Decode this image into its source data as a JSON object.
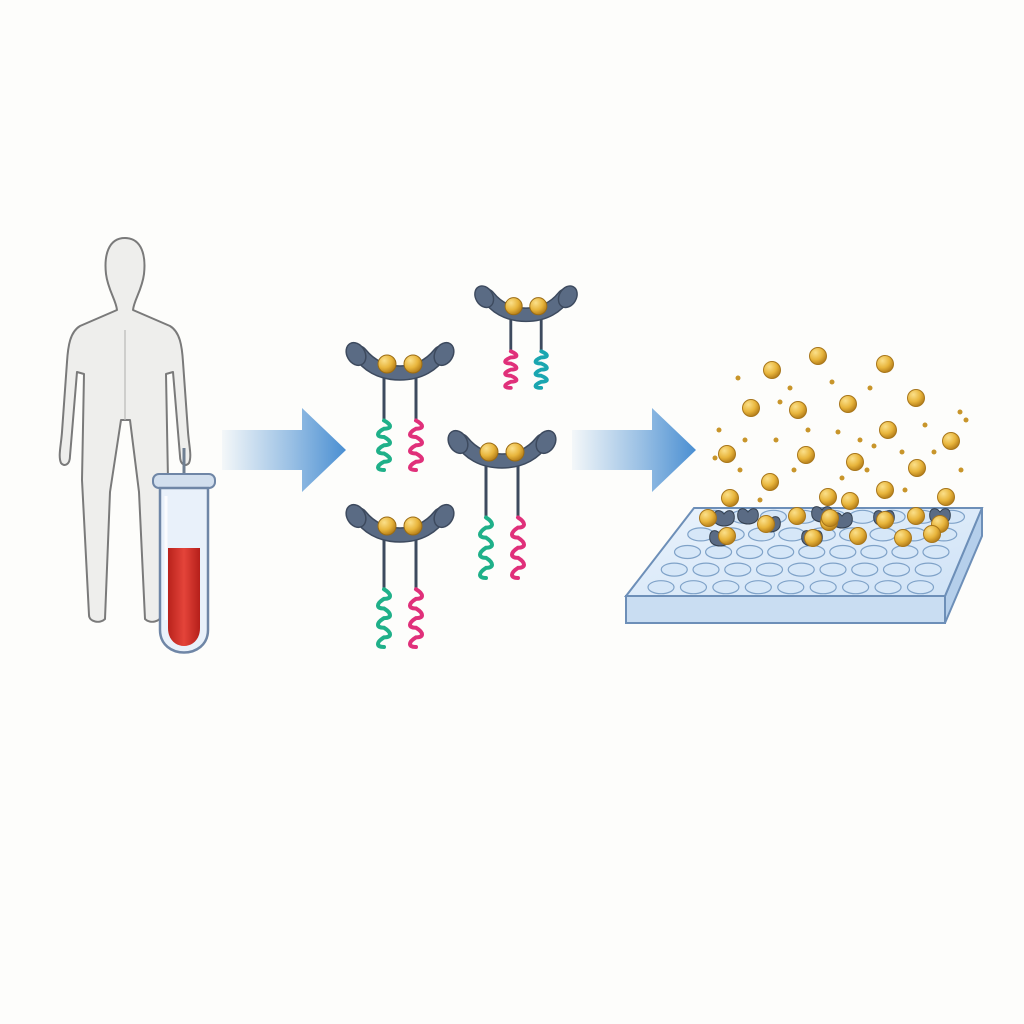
{
  "diagram": {
    "type": "workflow-illustration",
    "caption": "",
    "steps": [
      {
        "id": "sample",
        "icon": "human-figure-with-blood-tube-icon"
      },
      {
        "id": "probes",
        "icon": "bivalent-probe-complexes-icon",
        "probe_count": 4
      },
      {
        "id": "detection",
        "icon": "well-plate-with-gold-particles-icon"
      }
    ],
    "colors": {
      "arrow": "#4a8fd2",
      "blood": "#d9342b",
      "tube_glass": "#e4eef8",
      "probe_body": "#5a6b84",
      "gold_particle": "#e8b53c",
      "strand_green": "#1fb089",
      "strand_magenta": "#e0307a",
      "plate": "#dcebfa"
    }
  }
}
